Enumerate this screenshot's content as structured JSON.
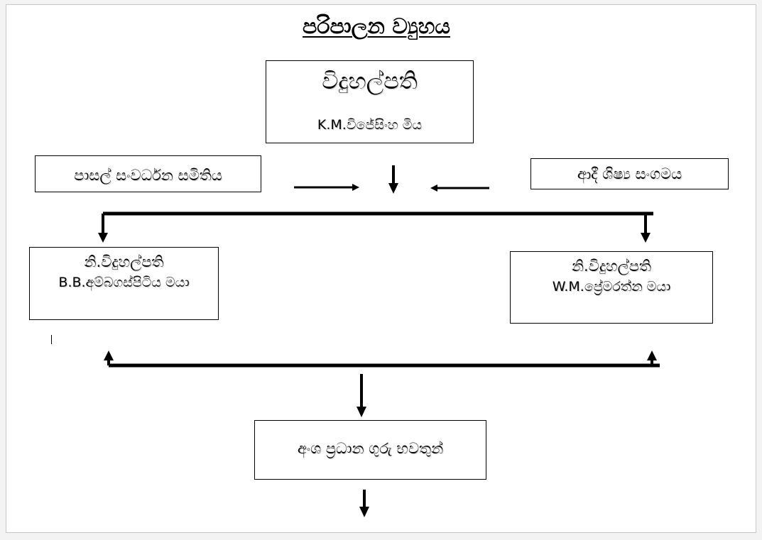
{
  "diagram": {
    "title": "පරිපාලන ව්‍යුහය",
    "principal": {
      "role": "විදුහල්පති",
      "name": "K.M.විජේසිංහ මිය"
    },
    "school_development_committee": {
      "label": "පාසල් සංවර්ධන සමිතිය"
    },
    "past_pupils_association": {
      "label": "ආදී ශිෂ්‍ය සංගමය"
    },
    "deputy_principal_left": {
      "role": "නි.විදුහල්පති",
      "name": "B.B.අම්බගස්පිටිය මයා"
    },
    "deputy_principal_right": {
      "role": "නි.විදුහල්පති",
      "name": "W.M.ප්‍රේමරත්න මයා"
    },
    "section_heads": {
      "label": "අංශ ප්‍රධාන ගුරු භවතුන්"
    },
    "line_color": "#000000",
    "page_background": "#ffffff",
    "outer_background": "#f3f3f3"
  }
}
